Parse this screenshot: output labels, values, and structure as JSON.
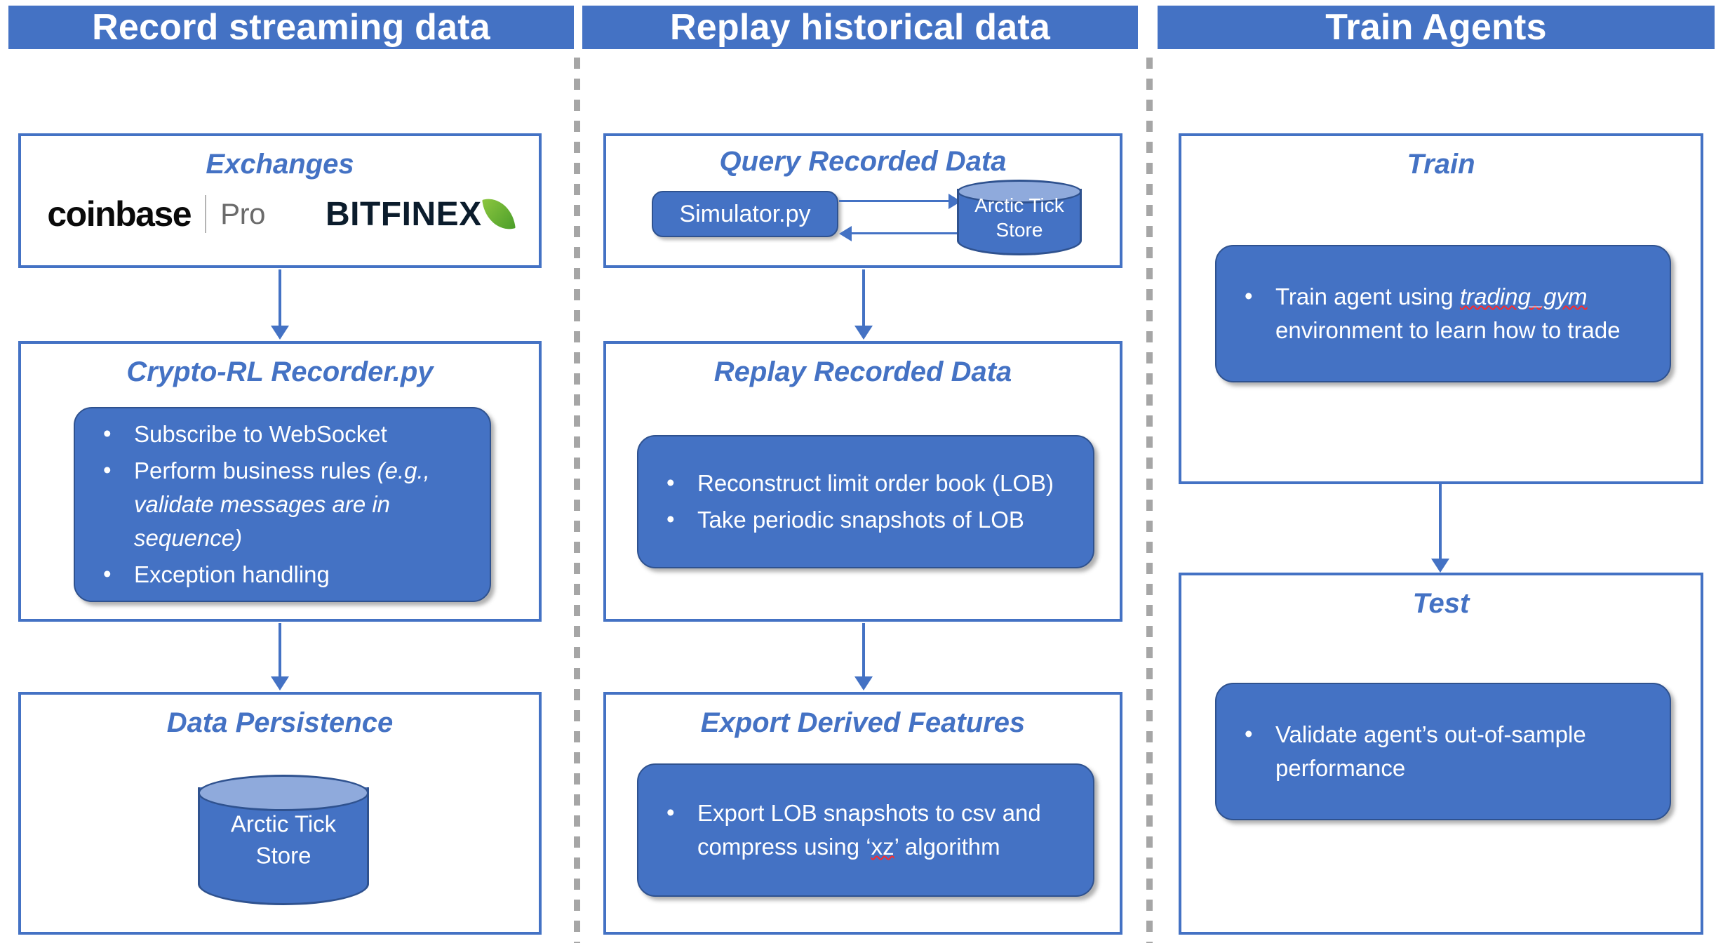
{
  "theme": {
    "banner_blue": "#4472C4",
    "card_blue": "#4472C4",
    "card_border": "#2F528F",
    "cylinder_top": "#8FAADC",
    "divider_gray": "#A6A6A6",
    "spellcheck_red": "#FF2A2A"
  },
  "columns": [
    {
      "header": "Record streaming data",
      "sections": [
        {
          "title": "Exchanges",
          "logos": [
            {
              "name": "coinbase-pro-logo",
              "word": "coinbase",
              "suffix": "Pro"
            },
            {
              "name": "bitfinex-logo",
              "word": "BITFINEX"
            }
          ]
        },
        {
          "title": "Crypto-RL Recorder.py",
          "bullets": [
            {
              "text": "Subscribe to WebSocket"
            },
            {
              "text": "Perform business rules ",
              "italic_tail": "(e.g., validate messages are in sequence)"
            },
            {
              "text": "Exception handling"
            }
          ]
        },
        {
          "title": "Data Persistence",
          "cylinder": {
            "line1": "Arctic Tick",
            "line2": "Store"
          }
        }
      ]
    },
    {
      "header": "Replay historical data",
      "sections": [
        {
          "title": "Query Recorded Data",
          "pill": "Simulator.py",
          "cylinder": {
            "line1": "Arctic Tick",
            "line2": "Store"
          }
        },
        {
          "title": "Replay Recorded Data",
          "bullets": [
            {
              "text": "Reconstruct limit order book (LOB)"
            },
            {
              "text": "Take periodic snapshots of LOB"
            }
          ]
        },
        {
          "title": "Export Derived Features",
          "bullets": [
            {
              "text": "Export LOB snapshots to csv and compress using ‘xz’ algorithm",
              "misspelled": "xz"
            }
          ]
        }
      ]
    },
    {
      "header": "Train Agents",
      "sections": [
        {
          "title": "Train",
          "bullets": [
            {
              "text_before": "Train agent using ",
              "misspelled_italic": "trading_gym",
              "text_after": " environment to learn how to trade"
            }
          ]
        },
        {
          "title": "Test",
          "bullets": [
            {
              "text": "Validate agent’s out-of-sample performance"
            }
          ]
        }
      ]
    }
  ]
}
